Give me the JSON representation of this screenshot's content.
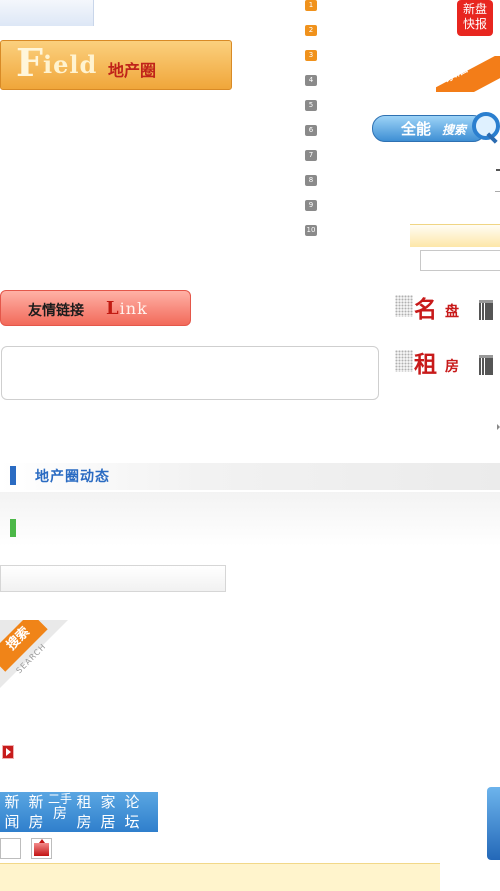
{
  "field_header": {
    "big_letter": "F",
    "word": "ield",
    "cn": "地产圈"
  },
  "ranking": {
    "numbers": [
      "1",
      "2",
      "3",
      "4",
      "5",
      "6",
      "7",
      "8",
      "9",
      "10"
    ]
  },
  "badges": {
    "new_line1": "新盘",
    "new_line2": "快报",
    "home": "家居"
  },
  "search_button": {
    "label_big": "全能",
    "label_small": "搜索"
  },
  "links_header": {
    "cn": "友情链接",
    "en_first": "L",
    "en_rest": "ink"
  },
  "famous": {
    "big": "名",
    "small": "盘"
  },
  "rent": {
    "big": "租",
    "small": "房"
  },
  "dynamics": {
    "title": "地产圈动态"
  },
  "search_corner": {
    "cn": "搜索",
    "en": "SEARCH"
  },
  "nav": {
    "tabs": [
      {
        "top": "新",
        "bottom": "闻"
      },
      {
        "top": "新",
        "bottom": "房"
      },
      {
        "top": "二手",
        "bottom": "房"
      },
      {
        "top": "租",
        "bottom": "房"
      },
      {
        "top": "家",
        "bottom": "居"
      },
      {
        "top": "论",
        "bottom": "坛"
      }
    ]
  },
  "colors": {
    "accent_blue": "#2a6bc2",
    "accent_orange": "#f08418",
    "accent_red": "#c81a1a",
    "accent_green": "#4cb848"
  }
}
